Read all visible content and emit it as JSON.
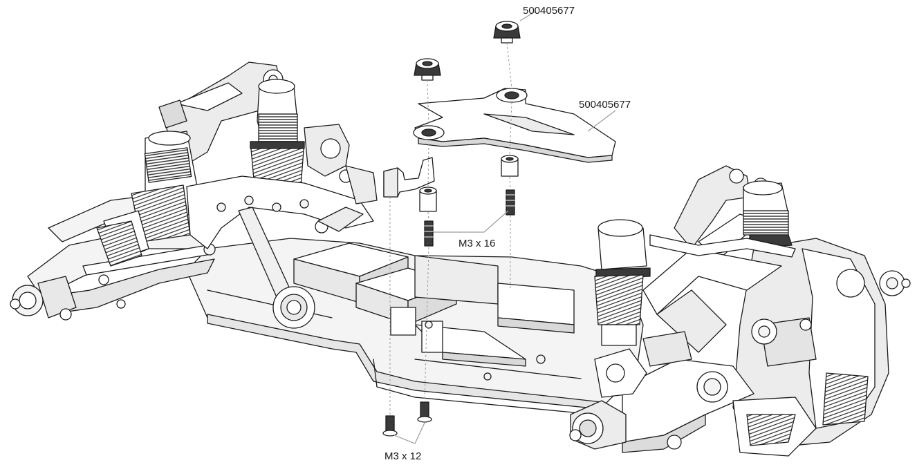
{
  "labels": {
    "top_nut_part": "500405677",
    "top_brace_part": "500405677",
    "screw_upper": "M3 x 16",
    "screw_lower": "M3 x 12"
  },
  "colors": {
    "ink": "#1a1a1a",
    "fill_light": "#f4f4f4",
    "fill_mid": "#d9d9d9",
    "fill_dark": "#3a3a3a",
    "leader": "#9a9a9a"
  }
}
